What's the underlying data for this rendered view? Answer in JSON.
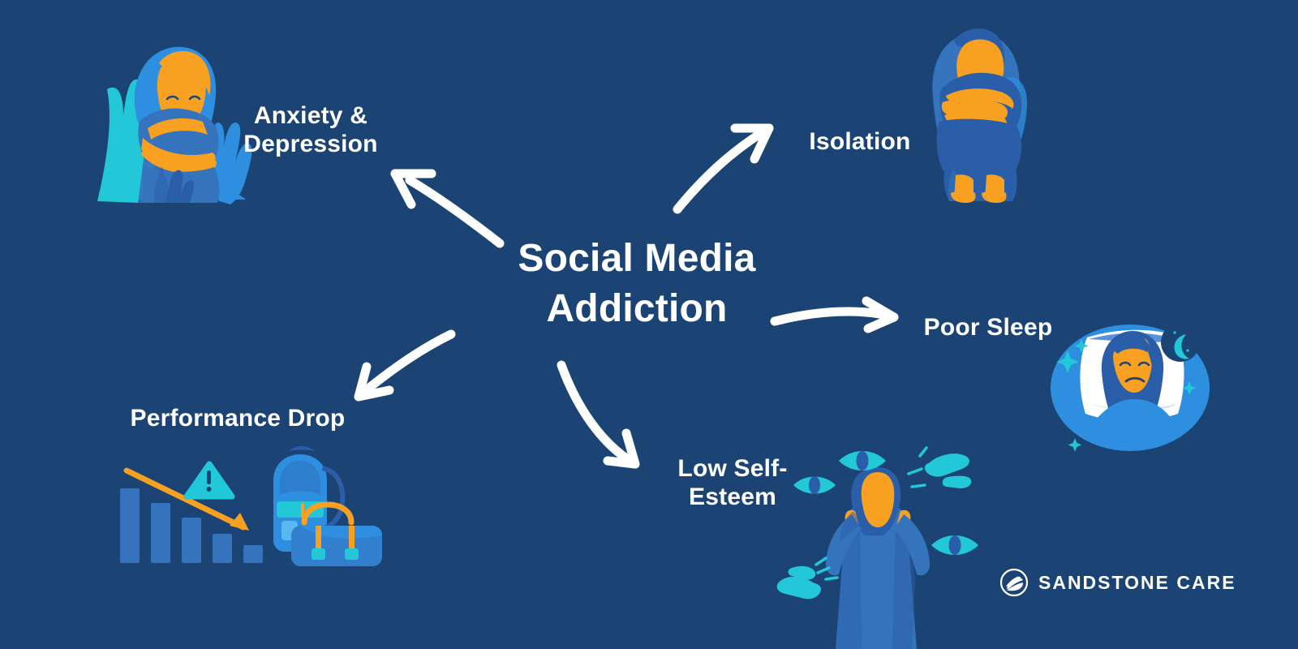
{
  "background_color": "#1b4474",
  "center": {
    "title": "Social Media\nAddiction"
  },
  "nodes": [
    {
      "id": "anxiety",
      "label": "Anxiety &\nDepression",
      "illustration": "woman-hugging-self-with-reaching-hands"
    },
    {
      "id": "isolation",
      "label": "Isolation",
      "illustration": "person-curled-up-knees-hugged"
    },
    {
      "id": "sleep",
      "label": "Poor Sleep",
      "illustration": "awake-woman-on-pillow-with-crescent-moon"
    },
    {
      "id": "selfesteem",
      "label": "Low Self-\nEsteem",
      "illustration": "person-covering-ears-with-pointing-hands-and-eyes"
    },
    {
      "id": "performance",
      "label": "Performance Drop",
      "illustration": "declining-bar-chart-warning-backpack-satchel"
    }
  ],
  "arrows": [
    {
      "from": "center",
      "to": "anxiety",
      "direction": "up-left"
    },
    {
      "from": "center",
      "to": "isolation",
      "direction": "up-right"
    },
    {
      "from": "center",
      "to": "sleep",
      "direction": "right"
    },
    {
      "from": "center",
      "to": "selfesteem",
      "direction": "down-right"
    },
    {
      "from": "center",
      "to": "performance",
      "direction": "down-left"
    }
  ],
  "brand": {
    "name": "SANDSTONE CARE",
    "mark": "circle-with-layered-stone-strata"
  },
  "palette": {
    "background": "#1b4474",
    "text": "#ffffff",
    "arrow": "#ffffff",
    "orange": "#f7a021",
    "cyan": "#22c8d8",
    "blue_light": "#2e8fe0",
    "blue_mid": "#3573bd",
    "blue_deep": "#2b5ea8"
  }
}
